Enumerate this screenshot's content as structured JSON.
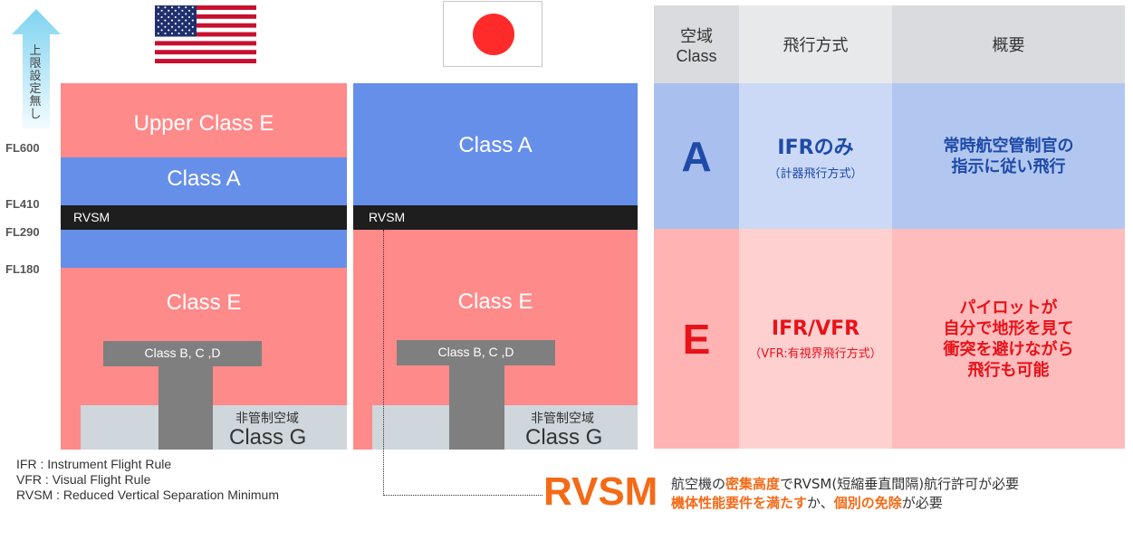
{
  "altitude": {
    "limit_text": [
      "上",
      "限",
      "設",
      "定",
      "無",
      "し"
    ],
    "levels": [
      "FL600",
      "FL410",
      "FL290",
      "FL180"
    ]
  },
  "us_column": {
    "upper_class_e": "Upper Class E",
    "class_a": "Class A",
    "rvsm": "RVSM",
    "class_e": "Class E",
    "class_bcd": "Class B, C ,D",
    "uncontrolled": "非管制空域",
    "class_g": "Class G"
  },
  "jp_column": {
    "class_a": "Class A",
    "rvsm": "RVSM",
    "class_e": "Class E",
    "class_bcd": "Class B, C ,D",
    "uncontrolled": "非管制空域",
    "class_g": "Class G"
  },
  "table": {
    "headers": {
      "airspace": [
        "空域",
        "Class"
      ],
      "flight_method": "飛行方式",
      "overview": "概要"
    },
    "rows": [
      {
        "letter": "A",
        "rule": "IFRのみ",
        "rule_sub": "（計器飛行方式）",
        "desc": [
          "常時航空管制官の",
          "指示に従い飛行"
        ]
      },
      {
        "letter": "E",
        "rule": "IFR/VFR",
        "rule_sub": "（VFR:有視界飛行方式）",
        "desc": [
          "パイロットが",
          "自分で地形を見て",
          "衝突を避けながら",
          "飛行も可能"
        ]
      }
    ]
  },
  "legend": [
    "IFR : Instrument  Flight Rule",
    "VFR : Visual Flight Rule",
    "RVSM : Reduced Vertical Separation Minimum"
  ],
  "rvsm_note": {
    "title": "RVSM",
    "line1": {
      "a": "航空機の",
      "b": "密集高度",
      "c": "でRVSM(短縮垂直間隔)航行許可が必要"
    },
    "line2": {
      "a": "機体性能要件を満たす",
      "b": "か、",
      "c": "個別の免除",
      "d": "が必要"
    }
  },
  "colors": {
    "class_e_red": "#ff8a8a",
    "class_a_blue": "#668fea",
    "rvsm_black": "#1e1e1e",
    "accent_orange": "#f56a17",
    "navy_text": "#1f4aa8",
    "red_text": "#e8121a"
  },
  "icons": [
    "us-flag-icon",
    "japan-flag-icon",
    "altitude-arrow-icon"
  ]
}
